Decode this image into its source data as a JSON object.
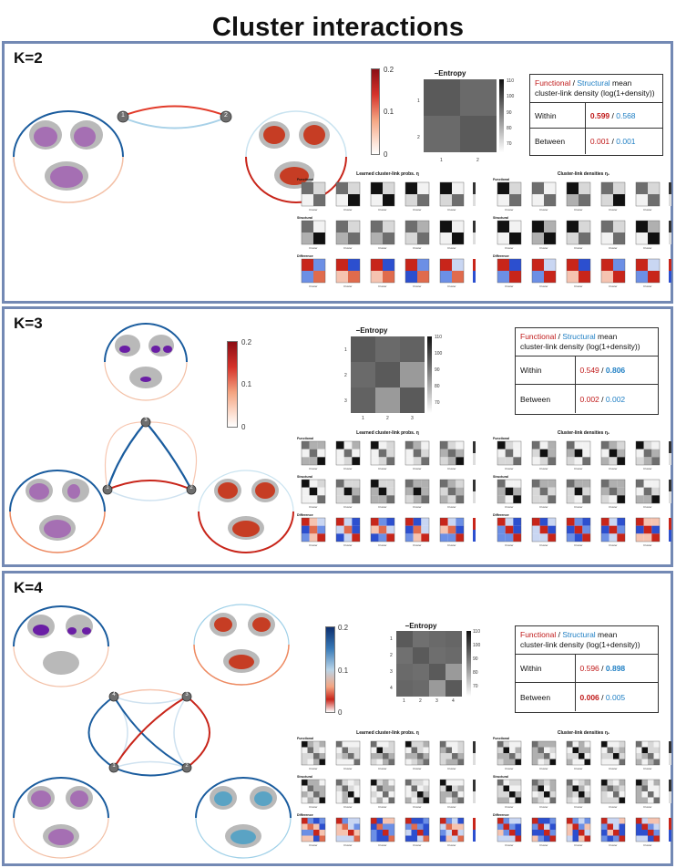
{
  "title": "Cluster interactions",
  "colors": {
    "frame": "#7389b4",
    "functional": "#c01a1a",
    "structural": "#1f7fc4",
    "brain_purple": "#a56fb3",
    "brain_red": "#c63d24",
    "brain_blue": "#5aa3c4"
  },
  "colorbar": {
    "ticks": [
      "0.2",
      "0.1",
      "0"
    ]
  },
  "entropy": {
    "title": "−Entropy",
    "ticks": [
      "110",
      "100",
      "90",
      "80",
      "70"
    ]
  },
  "summary": {
    "functional_word": "Functional",
    "slash": " / ",
    "structural_word": "Structural",
    "mean_word": " mean",
    "line2": "cluster-link density (log(1+density))",
    "within_label": "Within",
    "between_label": "Between"
  },
  "grids": {
    "learned_title": "Learned cluster-link probs. η",
    "density_title": "Cluster-link densities η₀",
    "row_functional": "Functional",
    "row_structural": "Structural",
    "row_difference": "Difference",
    "axis_word": "Cluster"
  },
  "panels": [
    {
      "label": "K=2",
      "nodes": [
        "1",
        "2"
      ],
      "entropy_axis": [
        "1",
        "2"
      ],
      "within_f": "0.599",
      "within_s": "0.568",
      "between_f": "0.001",
      "between_s": "0.001",
      "bold_within_f": true,
      "bold_within_s": false,
      "bold_between_f": false,
      "bold_between_s": false
    },
    {
      "label": "K=3",
      "nodes": [
        "3",
        "1",
        "2"
      ],
      "entropy_axis": [
        "1",
        "2",
        "3"
      ],
      "within_f": "0.549",
      "within_s": "0.806",
      "between_f": "0.002",
      "between_s": "0.002",
      "bold_within_f": false,
      "bold_within_s": true,
      "bold_between_f": false,
      "bold_between_s": false
    },
    {
      "label": "K=4",
      "nodes": [
        "4",
        "3",
        "1",
        "2"
      ],
      "entropy_axis": [
        "1",
        "2",
        "3",
        "4"
      ],
      "within_f": "0.596",
      "within_s": "0.898",
      "between_f": "0.006",
      "between_s": "0.005",
      "bold_within_f": false,
      "bold_within_s": true,
      "bold_between_f": true,
      "bold_between_s": false
    }
  ]
}
